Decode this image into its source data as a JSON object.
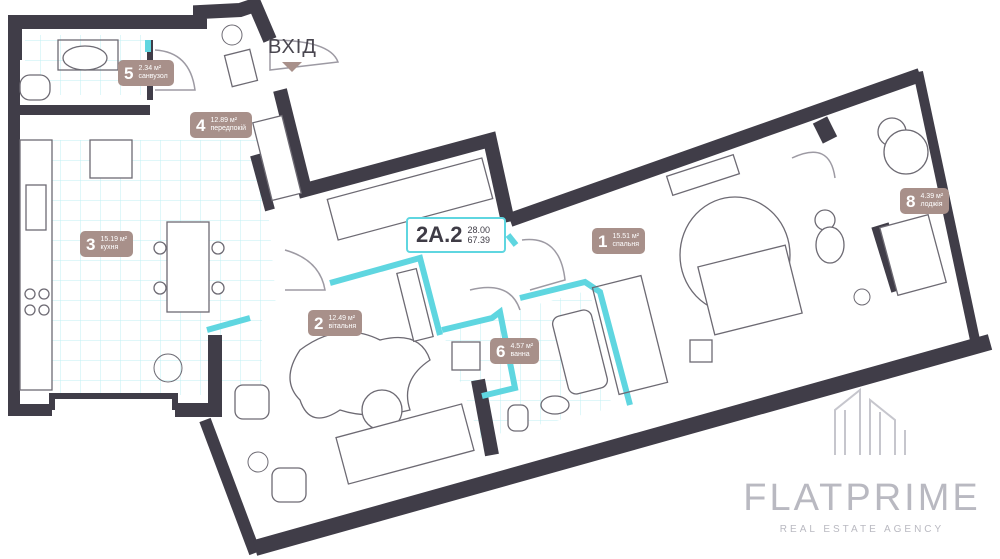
{
  "entrance": {
    "label": "ВХІД"
  },
  "apartment": {
    "code": "2A.2",
    "area_living": "28.00",
    "area_total": "67.39"
  },
  "rooms": [
    {
      "num": "1",
      "area": "15.51 м²",
      "name": "спальня"
    },
    {
      "num": "2",
      "area": "12.49 м²",
      "name": "вітальня"
    },
    {
      "num": "3",
      "area": "15.19 м²",
      "name": "кухня"
    },
    {
      "num": "4",
      "area": "12.89 м²",
      "name": "передпокій"
    },
    {
      "num": "5",
      "area": "2.34 м²",
      "name": "санвузол"
    },
    {
      "num": "6",
      "area": "4.57 м²",
      "name": "ванна"
    },
    {
      "num": "8",
      "area": "4.39 м²",
      "name": "лоджія"
    }
  ],
  "brand": {
    "name": "FLATPRIME",
    "tagline": "REAL ESTATE AGENCY"
  },
  "colors": {
    "wall": "#403d48",
    "accent": "#5fd6e0",
    "tag": "#a8908a",
    "grid": "#bfeff3",
    "line": "#9d9aa3"
  }
}
